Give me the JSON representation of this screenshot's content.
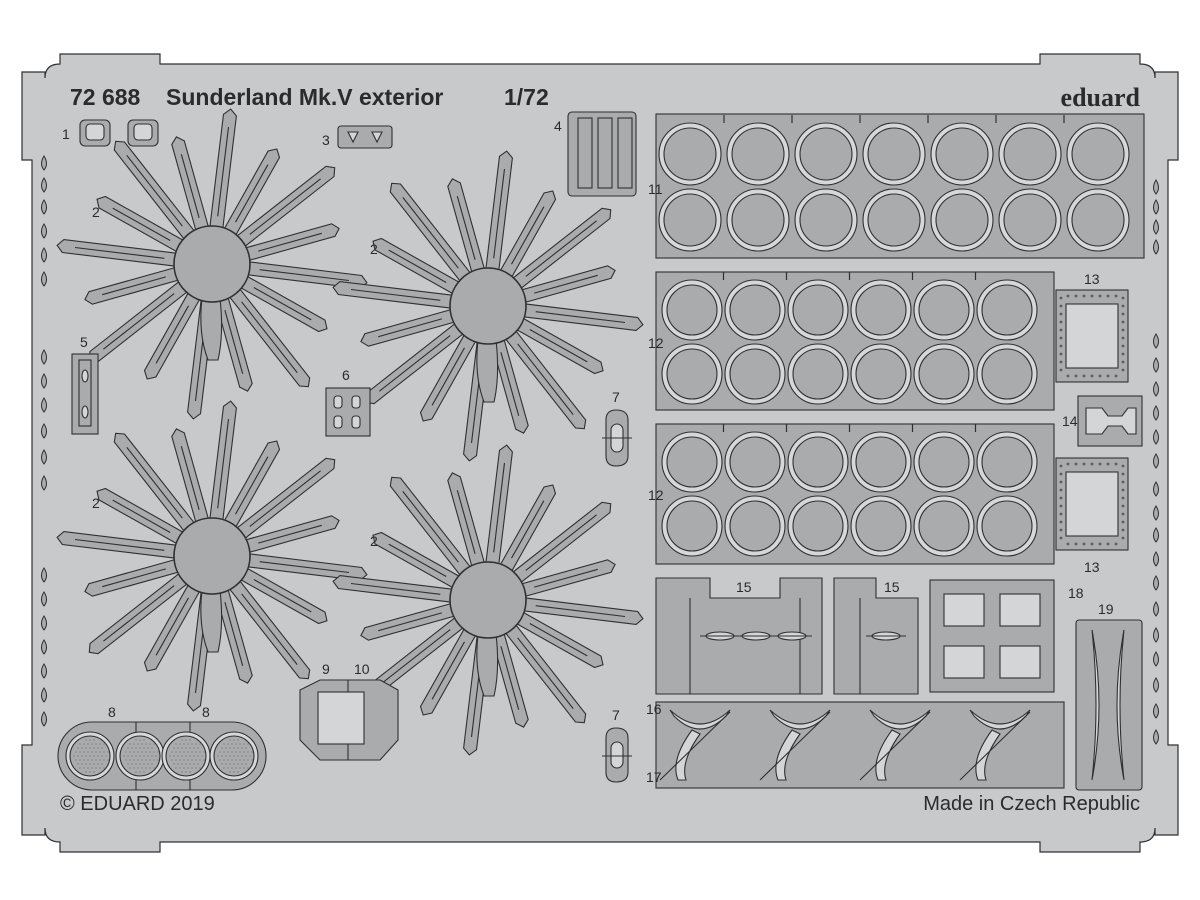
{
  "sheet": {
    "code": "72 688",
    "title": "Sunderland Mk.V exterior",
    "scale": "1/72",
    "brand": "eduard",
    "copyright": "© EDUARD 2019",
    "origin": "Made in Czech Republic"
  },
  "part_labels": {
    "p1": "1",
    "p2a": "2",
    "p2b": "2",
    "p2c": "2",
    "p2d": "2",
    "p3": "3",
    "p4": "4",
    "p5": "5",
    "p6": "6",
    "p7a": "7",
    "p7b": "7",
    "p8a": "8",
    "p8b": "8",
    "p9": "9",
    "p10": "10",
    "p11": "11",
    "p12a": "12",
    "p12b": "12",
    "p13a": "13",
    "p13b": "13",
    "p14": "14",
    "p15a": "15",
    "p15b": "15",
    "p16": "16",
    "p17": "17",
    "p18": "18",
    "p19": "19"
  },
  "colors": {
    "fret": "#c8c9cb",
    "metal": "#a9abad",
    "outline": "#2f3033",
    "text": "#2b2b2b"
  }
}
